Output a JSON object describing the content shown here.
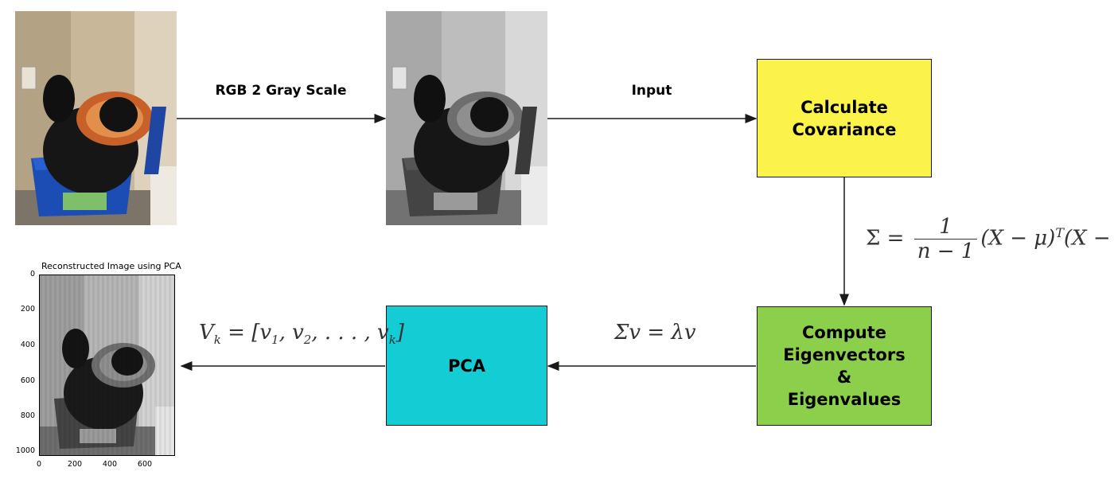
{
  "edges": {
    "rgb_to_gray": "RGB 2 Gray Scale",
    "input": "Input"
  },
  "nodes": {
    "covariance": {
      "lines": [
        "Calculate",
        "Covariance"
      ],
      "color": "#fbf24a"
    },
    "eigen": {
      "lines": [
        "Compute",
        "Eigenvectors",
        "&",
        "Eigenvalues"
      ],
      "color": "#8ccf4b"
    },
    "pca": {
      "lines": [
        "PCA"
      ],
      "color": "#13ccd4"
    }
  },
  "formulas": {
    "covariance": {
      "lhs": "Σ =",
      "numerator": "1",
      "denominator": "n − 1",
      "rhs": "(X − μ)",
      "sup": "T",
      "tail": "(X − μ)"
    },
    "eigen_equation": "Σv = λv",
    "components": {
      "lhs": "V",
      "sub": "k",
      "eq": " = [v",
      "items": [
        "1",
        "2"
      ],
      "tail": "k"
    }
  },
  "images": {
    "original": "color-cat-photo",
    "grayscale": "grayscale-cat-photo",
    "reconstructed": "reconstructed-cat-photo"
  },
  "plot": {
    "title": "Reconstructed Image using PCA",
    "y_ticks": [
      "0",
      "200",
      "400",
      "600",
      "800",
      "1000"
    ],
    "x_ticks": [
      "0",
      "200",
      "400",
      "600"
    ]
  }
}
